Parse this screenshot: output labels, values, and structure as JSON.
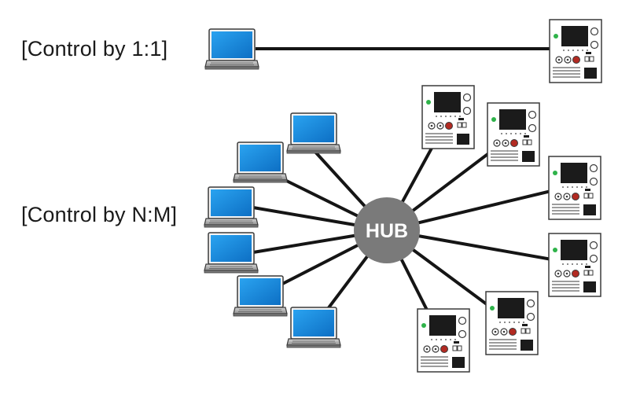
{
  "labels": {
    "one_to_one": "[Control by 1:1]",
    "n_to_m": "[Control by N:M]"
  },
  "hub": {
    "label": "HUB",
    "color": "#7a7a7a"
  },
  "colors": {
    "cable": "#151515",
    "screen": "#1e8fe0",
    "led": "#2fb34a",
    "knob": "#b22a22"
  },
  "icons": {
    "computer": "laptop-icon",
    "instrument": "power-supply-icon"
  }
}
